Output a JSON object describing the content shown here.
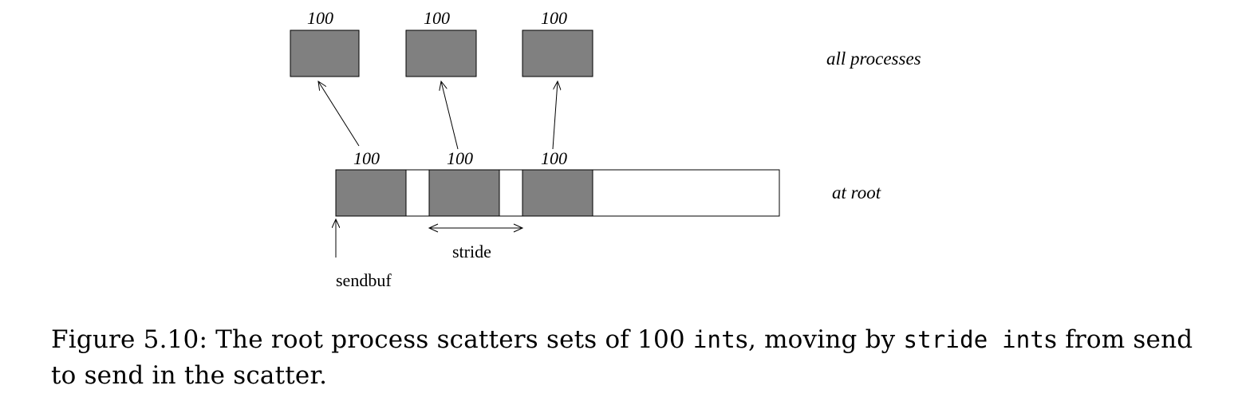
{
  "diagram": {
    "top_labels": [
      "100",
      "100",
      "100"
    ],
    "root_labels": [
      "100",
      "100",
      "100"
    ],
    "label_all_processes": "all processes",
    "label_at_root": "at root",
    "label_stride": "stride",
    "label_sendbuf": "sendbuf",
    "block_fill": "#808080"
  },
  "caption": {
    "prefix": "Figure 5.10: The root process scatters sets of 100 ",
    "code1": "int",
    "mid1": "s, moving by ",
    "code2": "stride int",
    "suffix": "s from send to send in the scatter."
  }
}
